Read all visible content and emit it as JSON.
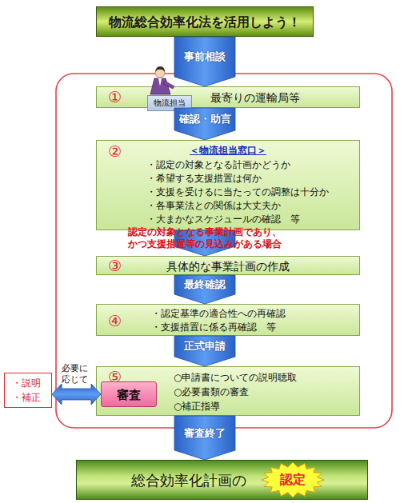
{
  "diagram": {
    "nodes": [
      {
        "text": [
          "物流総合効率化法を活用しよう！"
        ]
      },
      {
        "text": [
          "①",
          "最寄りの運輸局等"
        ]
      },
      {
        "text": [
          "物流担当"
        ],
        "in": 1
      },
      {
        "text": [
          "②",
          "＜物流担当窓口＞",
          "・認定の対象となる計画かどうか",
          "・希望する支援措置は何か",
          "・支援を受けるに当たっての調整は十分か",
          "・各事業法との関係は大丈夫か",
          "・大まかなスケジュールの確認　等"
        ]
      },
      {
        "text": [
          "③",
          "具体的な事業計画の作成"
        ]
      },
      {
        "text": [
          "④",
          "・認定基準の適合性への再確認",
          "・支援措置に係る再確認　等"
        ]
      },
      {
        "text": [
          "⑤",
          "○申請書についての説明聴取",
          "○必要書類の審査",
          "○補正指導"
        ]
      },
      {
        "text": [
          "審査"
        ],
        "in": 6
      },
      {
        "text": [
          "・説明",
          "・補正"
        ]
      },
      {
        "text": [
          "総合効率化計画の"
        ]
      },
      {
        "text": [
          "認定"
        ],
        "in": 9
      }
    ],
    "edges": [
      {
        "from": 0,
        "to": 1,
        "arrow": "to",
        "label": "事前相談"
      },
      {
        "from": 1,
        "to": 3,
        "arrow": "to",
        "label": "確認・助言"
      },
      {
        "from": 3,
        "to": 4,
        "arrow": "to",
        "label": "認定の対象となる事業計画であり、 かつ支援措置等の見込みがある場合"
      },
      {
        "from": 4,
        "to": 5,
        "arrow": "to",
        "label": "最終確認"
      },
      {
        "from": 5,
        "to": 6,
        "arrow": "to",
        "label": "正式申請"
      },
      {
        "from": 8,
        "to": 7,
        "arrow": "both",
        "label": "必要に 応じて"
      },
      {
        "from": 6,
        "to": 9,
        "arrow": "to",
        "label": "審査終了"
      }
    ]
  }
}
